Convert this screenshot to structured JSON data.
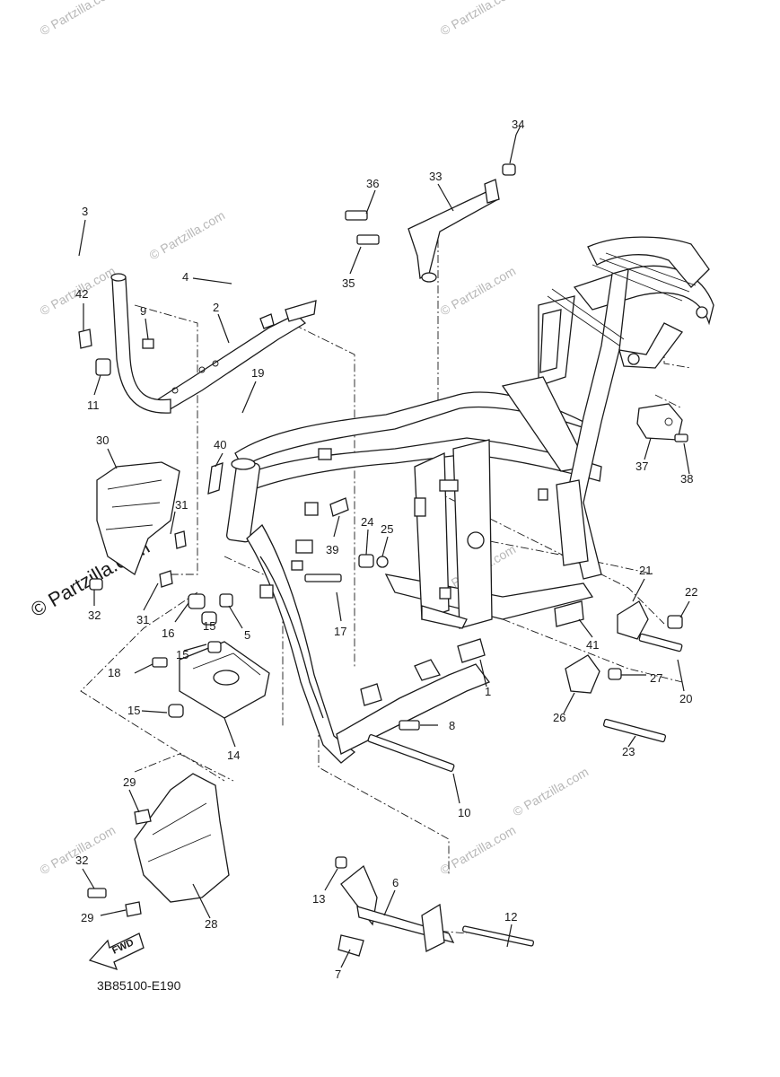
{
  "diagram": {
    "code": "3B85100-E190",
    "fwd_label": "FWD",
    "watermarks": [
      "© Partzilla.com",
      "© Partzilla.com",
      "© Partzilla.com",
      "© Partzilla.com",
      "© Partzilla.com",
      "© Partzilla.com",
      "© Partzilla.com",
      "© Partzilla.com",
      "© Partzilla.com",
      "© Partzilla.com"
    ],
    "callouts": [
      "1",
      "2",
      "3",
      "4",
      "5",
      "6",
      "7",
      "8",
      "9",
      "10",
      "11",
      "12",
      "13",
      "14",
      "15",
      "15",
      "15",
      "16",
      "17",
      "18",
      "19",
      "20",
      "21",
      "22",
      "23",
      "24",
      "25",
      "26",
      "27",
      "28",
      "29",
      "29",
      "30",
      "31",
      "31",
      "32",
      "32",
      "33",
      "34",
      "35",
      "36",
      "37",
      "38",
      "39",
      "40",
      "41",
      "42"
    ]
  }
}
